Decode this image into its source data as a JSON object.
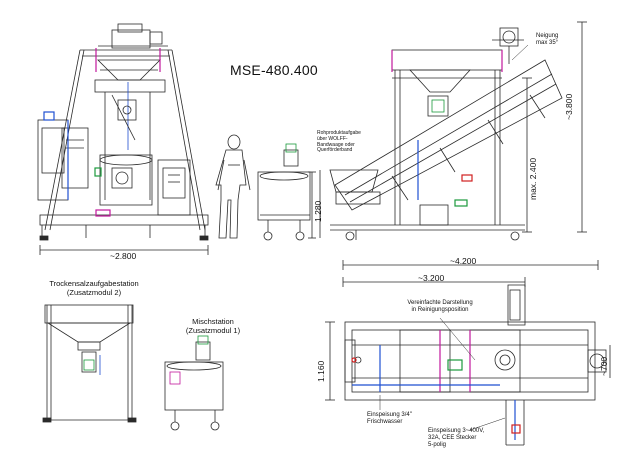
{
  "title": "MSE-480.400",
  "labels": {
    "neigung": "Neigung\nmax 35°",
    "rohprodukt": "Rohproduktaufgabe\nüber WOLFF-\nBandwaage oder\nQuerförderband",
    "trockensalz": "Trockensalzaufgabestation\n(Zusatzmodul 2)",
    "mischstation": "Mischstation\n(Zusatzmodul 1)",
    "vereinfacht": "Vereinfachte Darstellung\nin Reinigungsposition",
    "einspeisung_wasser": "Einspeisung 3/4\"\nFrischwasser",
    "einspeisung_strom": "Einspeisung 3~400V,\n32A, CEE Stecker\n5-polig"
  },
  "dimensions": {
    "width_left": "~2.800",
    "height_right": "~3.800",
    "height_mid": "max. 2.400",
    "height_cart": "1.280",
    "plan_total": "~4.200",
    "plan_inner": "~3.200",
    "plan_depth": "1.160",
    "plan_side": "~700"
  },
  "colors": {
    "line": "#2a2a2a",
    "blue": "#1f4fd1",
    "magenta": "#c2189c",
    "green": "#1b9a3c",
    "red": "#d02020"
  }
}
